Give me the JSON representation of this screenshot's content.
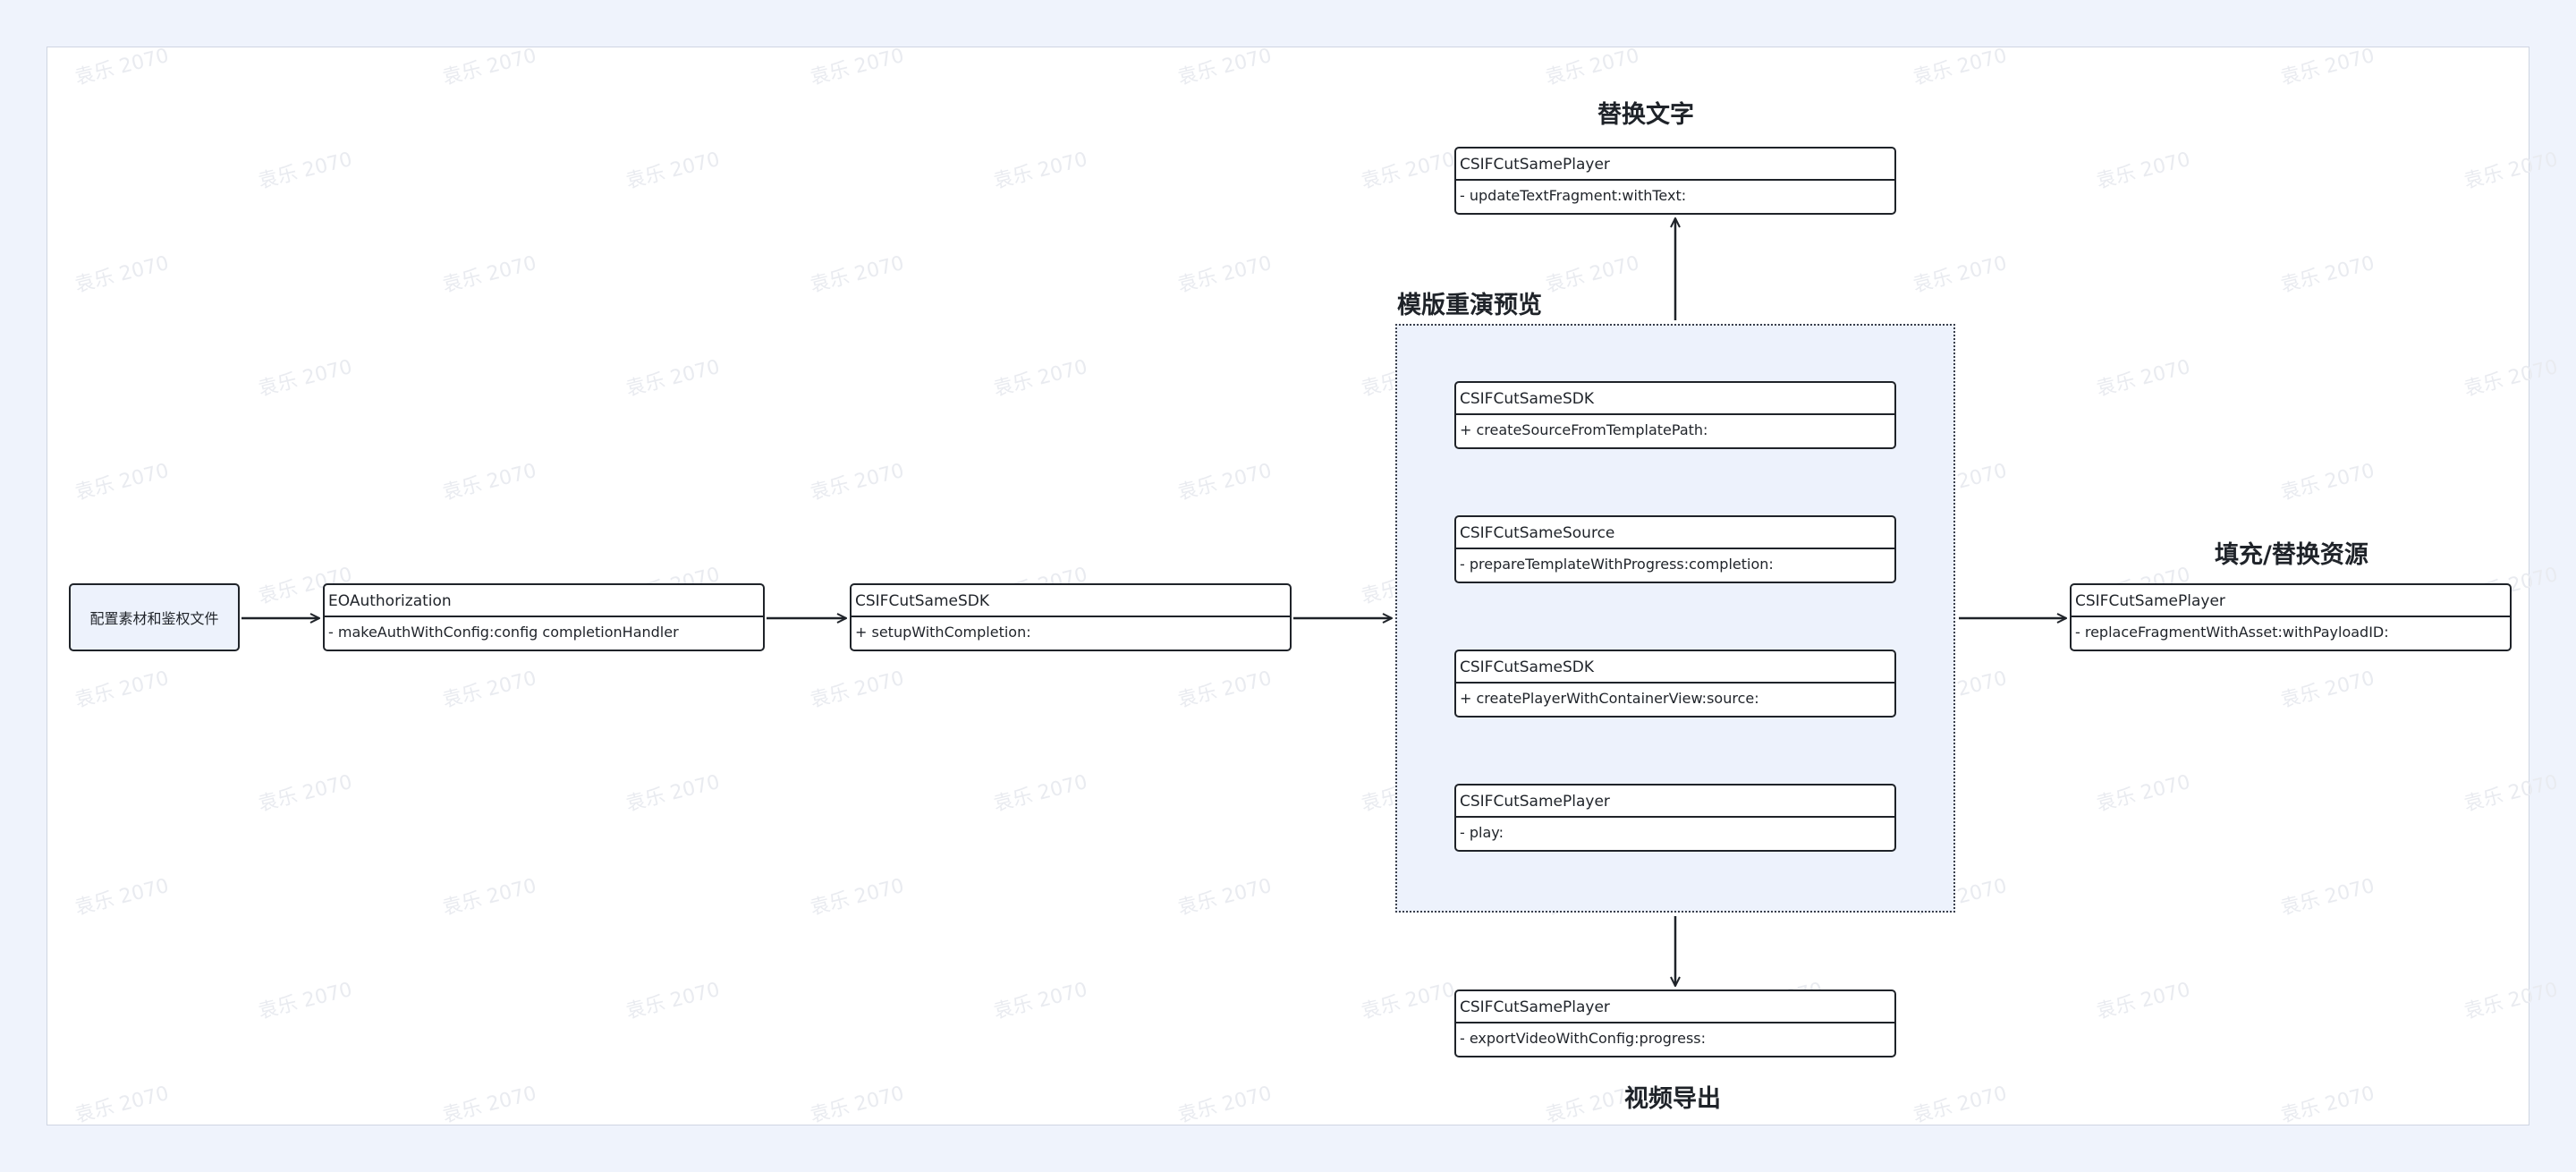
{
  "diagram": {
    "watermark_text": "袁乐 2070",
    "start_node": "配置素材和鉴权文件",
    "titles": {
      "replace_text": "替换文字",
      "template_preview": "模版重演预览",
      "fill_replace": "填充/替换资源",
      "video_export": "视频导出"
    },
    "auth": {
      "class_name": "EOAuthorization",
      "method": "- makeAuthWithConfig:config completionHandler"
    },
    "setup": {
      "class_name": "CSIFCutSameSDK",
      "method": "+ setupWithCompletion:"
    },
    "update_text": {
      "class_name": "CSIFCutSamePlayer",
      "method": "- updateTextFragment:withText:"
    },
    "create_source": {
      "class_name": "CSIFCutSameSDK",
      "method": "+ createSourceFromTemplatePath:"
    },
    "prepare": {
      "class_name": "CSIFCutSameSource",
      "method": "- prepareTemplateWithProgress:completion:"
    },
    "create_player": {
      "class_name": "CSIFCutSameSDK",
      "method": "+ createPlayerWithContainerView:source:"
    },
    "play": {
      "class_name": "CSIFCutSamePlayer",
      "method": "- play:"
    },
    "replace_asset": {
      "class_name": "CSIFCutSamePlayer",
      "method": "- replaceFragmentWithAsset:withPayloadID:"
    },
    "export": {
      "class_name": "CSIFCutSamePlayer",
      "method": "- exportVideoWithConfig:progress:"
    }
  }
}
